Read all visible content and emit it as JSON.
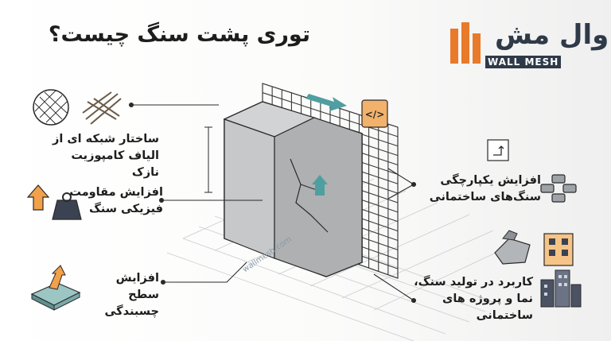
{
  "title": "توری پشت سنگ چیست؟",
  "brand": {
    "name_fa": "وال مش",
    "name_en": "WALL MESH",
    "watermark": "wallmesh.com"
  },
  "features": [
    {
      "label": "ساختار شبکه ای از الیاف کامپوزیت نازک"
    },
    {
      "label": "افزایش مقاومت فیزیکی سنگ"
    },
    {
      "label": "افزایش سطح چسبندگی"
    },
    {
      "label": "افزایش یکپارچگی سنگ‌های ساختمانی"
    },
    {
      "label": "کاربرد در تولید سنگ، نما و پروژه های ساختمانی"
    }
  ],
  "colors": {
    "accent": "#e87a2a",
    "dark": "#2f3a49",
    "teal": "#4f9fa0"
  }
}
